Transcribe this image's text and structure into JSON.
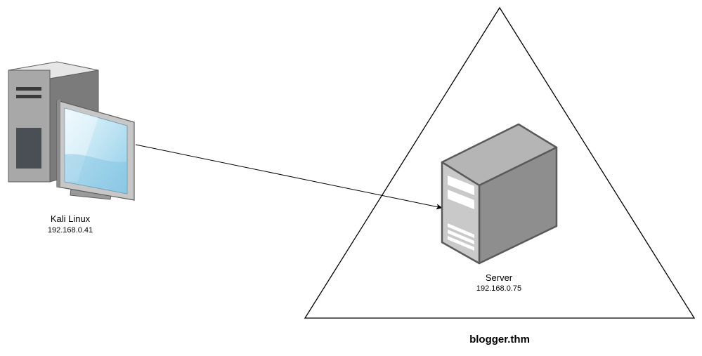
{
  "diagram": {
    "nodes": {
      "kali": {
        "name": "Kali Linux",
        "ip": "192.168.0.41",
        "icon": "desktop-computer-icon"
      },
      "server": {
        "name": "Server",
        "ip": "192.168.0.75",
        "icon": "server-tower-icon"
      }
    },
    "zone": {
      "label": "blogger.thm",
      "shape": "triangle"
    },
    "connection": {
      "from": "kali",
      "to": "server",
      "directed": true
    }
  }
}
